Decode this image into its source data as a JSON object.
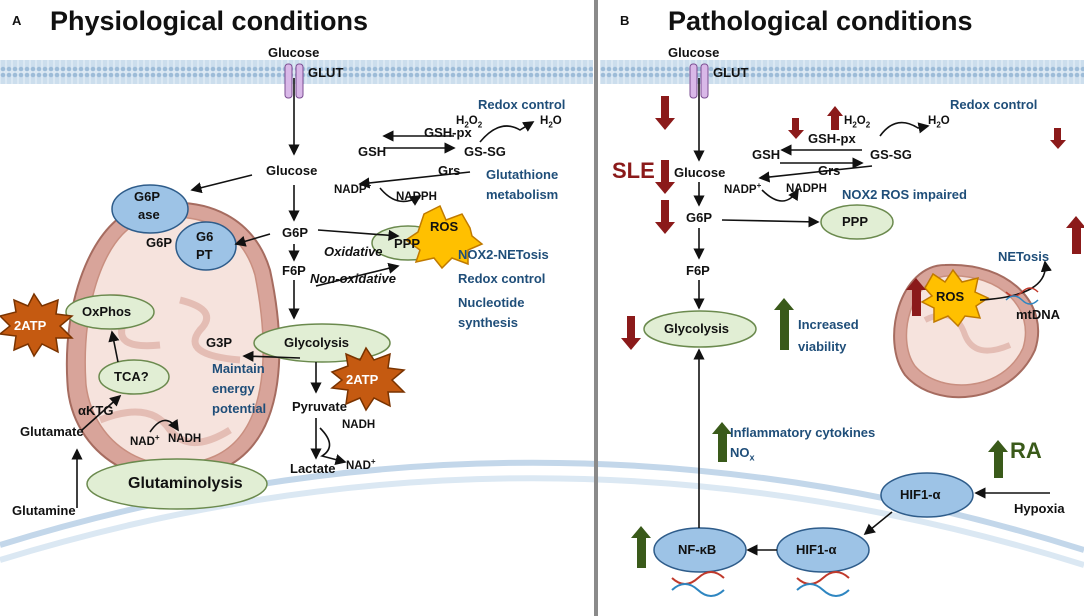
{
  "panel_a": {
    "letter": "A",
    "title": "Physiological conditions",
    "glucose_top": "Glucose",
    "glut": "GLUT",
    "glucose_cyto": "Glucose",
    "g6p": "G6P",
    "f6p": "F6P",
    "oxidative": "Oxidative",
    "non_oxidative": "Non-oxidative",
    "ppp": "PPP",
    "ros": "ROS",
    "ppp_roles": [
      "NOX2-NETosis",
      "Redox control",
      "Nucleotide",
      "synthesis"
    ],
    "gsh": "GSH",
    "gsh_px": "GSH-px",
    "gs_sg": "GS-SG",
    "grs": "Grs",
    "h2o2": "H",
    "h2o": "H",
    "nadp": "NADP",
    "nadph": "NADPH",
    "redox_control": "Redox control",
    "glutathione_metabolism": [
      "Glutathione",
      "metabolism"
    ],
    "g6pase": [
      "G6P",
      "ase"
    ],
    "g6pt": [
      "G6",
      "PT"
    ],
    "g6p_mito": "G6P",
    "oxphos": "OxPhos",
    "atp": "2ATP",
    "tca": "TCA?",
    "akg": "αKTG",
    "glycolysis": "Glycolysis",
    "g3p": "G3P",
    "maintain": [
      "Maintain",
      "energy",
      "potential"
    ],
    "pyruvate": "Pyruvate",
    "nadh": "NADH",
    "nad": "NAD",
    "lactate": "Lactate",
    "glutamate": "Glutamate",
    "glutaminolysis": "Glutaminolysis",
    "glutamine": "Glutamine"
  },
  "panel_b": {
    "letter": "B",
    "title": "Pathological conditions",
    "glucose_top": "Glucose",
    "glut": "GLUT",
    "glucose_cyto": "Glucose",
    "sle": "SLE",
    "g6p": "G6P",
    "f6p": "F6P",
    "ppp": "PPP",
    "nox2": "NOX2 ROS impaired",
    "gsh": "GSH",
    "gsh_px": "GSH-px",
    "gs_sg": "GS-SG",
    "grs": "Grs",
    "nadp": "NADP",
    "nadph": "NADPH",
    "h2o2": "H",
    "h2o": "H",
    "redox_control": "Redox control",
    "netosis": "NETosis",
    "ros": "ROS",
    "mtdna": "mtDNA",
    "glycolysis": "Glycolysis",
    "increased": [
      "Increased",
      "viability"
    ],
    "cytokines": "Inflammatory cytokines",
    "nox": "NO",
    "ra": "RA",
    "hif1a": "HIF1-α",
    "hypoxia": "Hypoxia",
    "nfkb": "NF-κB"
  },
  "colors": {
    "membrane": "#c9dcec",
    "ellipse_green": "#e1eed4",
    "ellipse_blue": "#9dc3e6",
    "mito": "#d8a49a",
    "ros_fill": "#ffc000",
    "atp_fill": "#c55a11",
    "arrow_red": "#8b1a1a",
    "arrow_green": "#3a5a1a",
    "text_blue": "#1f4e79"
  }
}
